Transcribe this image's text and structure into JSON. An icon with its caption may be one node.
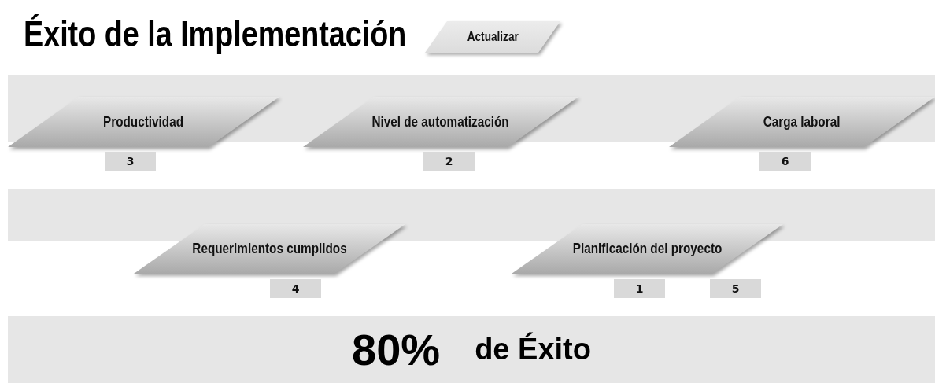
{
  "diagram": {
    "title": "Éxito de la Implementación",
    "nodes": [
      {
        "text": [
          "Actualizar"
        ]
      },
      {
        "text": [
          "Productividad"
        ]
      },
      {
        "text": [
          "3"
        ]
      },
      {
        "text": [
          "Nivel de automatización"
        ]
      },
      {
        "text": [
          "2"
        ]
      },
      {
        "text": [
          "Carga laboral"
        ]
      },
      {
        "text": [
          "6"
        ]
      },
      {
        "text": [
          "Requerimientos cumplidos"
        ]
      },
      {
        "text": [
          "4"
        ]
      },
      {
        "text": [
          "Planificación del proyecto"
        ]
      },
      {
        "text": [
          "1"
        ]
      },
      {
        "text": [
          "5"
        ]
      },
      {
        "text": [
          "80%",
          "de Éxito"
        ]
      }
    ]
  }
}
